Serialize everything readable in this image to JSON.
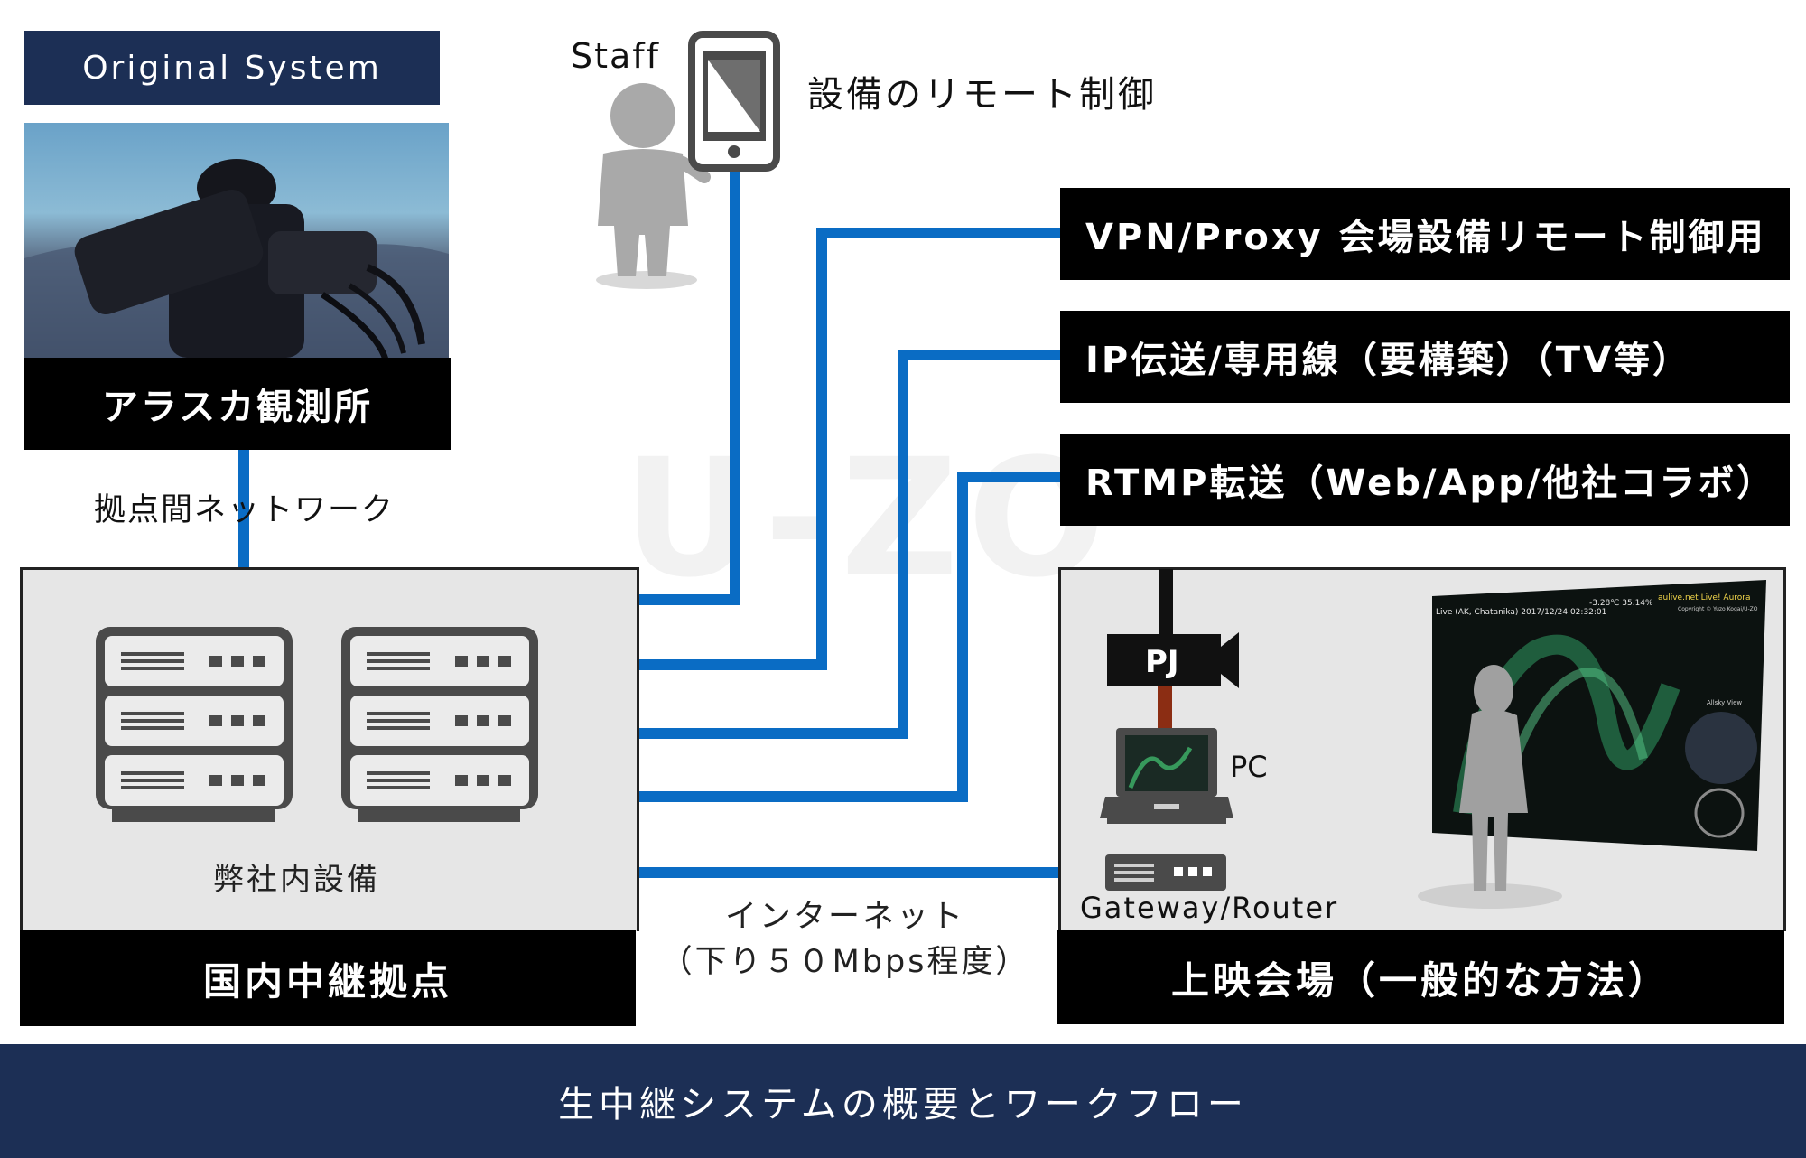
{
  "badge": {
    "original_system": "Original System"
  },
  "alaska": {
    "label": "アラスカ観測所"
  },
  "network": {
    "inter_site_label": "拠点間ネットワーク"
  },
  "staff": {
    "label": "Staff",
    "remote_control_label": "設備のリモート制御"
  },
  "links": [
    {
      "label": "VPN/Proxy 会場設備リモート制御用"
    },
    {
      "label": "IP伝送/専用線（要構築）（TV等）"
    },
    {
      "label": "RTMP転送（Web/App/他社コラボ）"
    }
  ],
  "facility": {
    "caption": "弊社内設備",
    "label": "国内中継拠点"
  },
  "internet": {
    "line1": "インターネット",
    "line2": "（下り５０Mbps程度）"
  },
  "venue": {
    "label": "上映会場（一般的な方法）",
    "pj_label": "PJ",
    "pc_label": "PC",
    "gateway_label": "Gateway/Router",
    "screen_header": "Live (AK, Chatanika)   2017/12/24   02:32:01",
    "screen_temp": "-3.28℃ 35.14%",
    "screen_brand": "aulive.net  Live! Aurora",
    "screen_copyright": "Copyright © Yuzo Kogai/U-ZO",
    "screen_allsky": "Allsky View"
  },
  "watermark": "U-ZO",
  "footer": {
    "title": "生中継システムの概要とワークフロー"
  },
  "colors": {
    "navy": "#1c2f55",
    "blue_line": "#0a6cc4",
    "black": "#000000",
    "panel_gray": "#e6e6e6"
  }
}
